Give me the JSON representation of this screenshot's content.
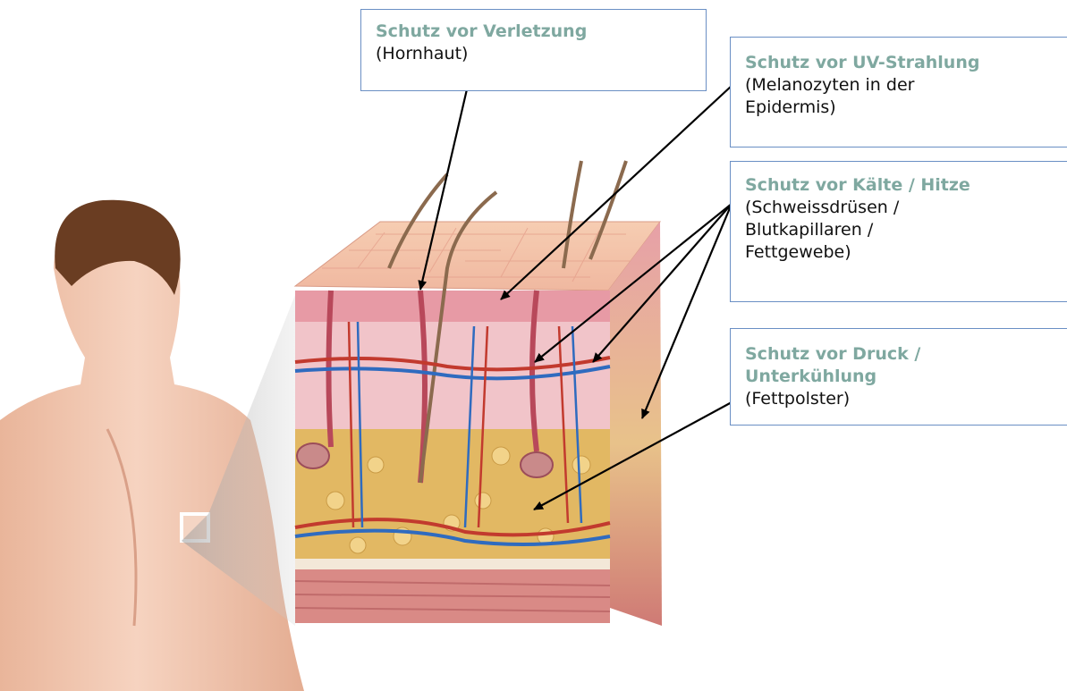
{
  "labels": [
    {
      "title": "Schutz vor Verletzung",
      "detail": "(Hornhaut)"
    },
    {
      "title": "Schutz vor UV-Strahlung",
      "detail": "(Melanozyten in der Epidermis)"
    },
    {
      "title": "Schutz vor Kälte / Hitze",
      "detail": "(Schweissdrüsen / Blutkapillaren / Fettgewebe)"
    },
    {
      "title": "Schutz vor Druck / Unterkühlung",
      "detail": "(Fettpolster)"
    }
  ],
  "colors": {
    "label_title": "#7fa8a0",
    "box_border": "#6a8fc4",
    "arrow": "#000000",
    "skin_surface": "#f3c3a6",
    "epidermis": "#e79aa5",
    "dermis": "#f1c4c9",
    "fat": "#e2b863",
    "muscle": "#d98a86",
    "artery": "#c23a2e",
    "vein": "#2f6bbf",
    "hair": "#8b6a4e",
    "body_skin": "#f1c8b0",
    "body_hair": "#6a3d22"
  }
}
